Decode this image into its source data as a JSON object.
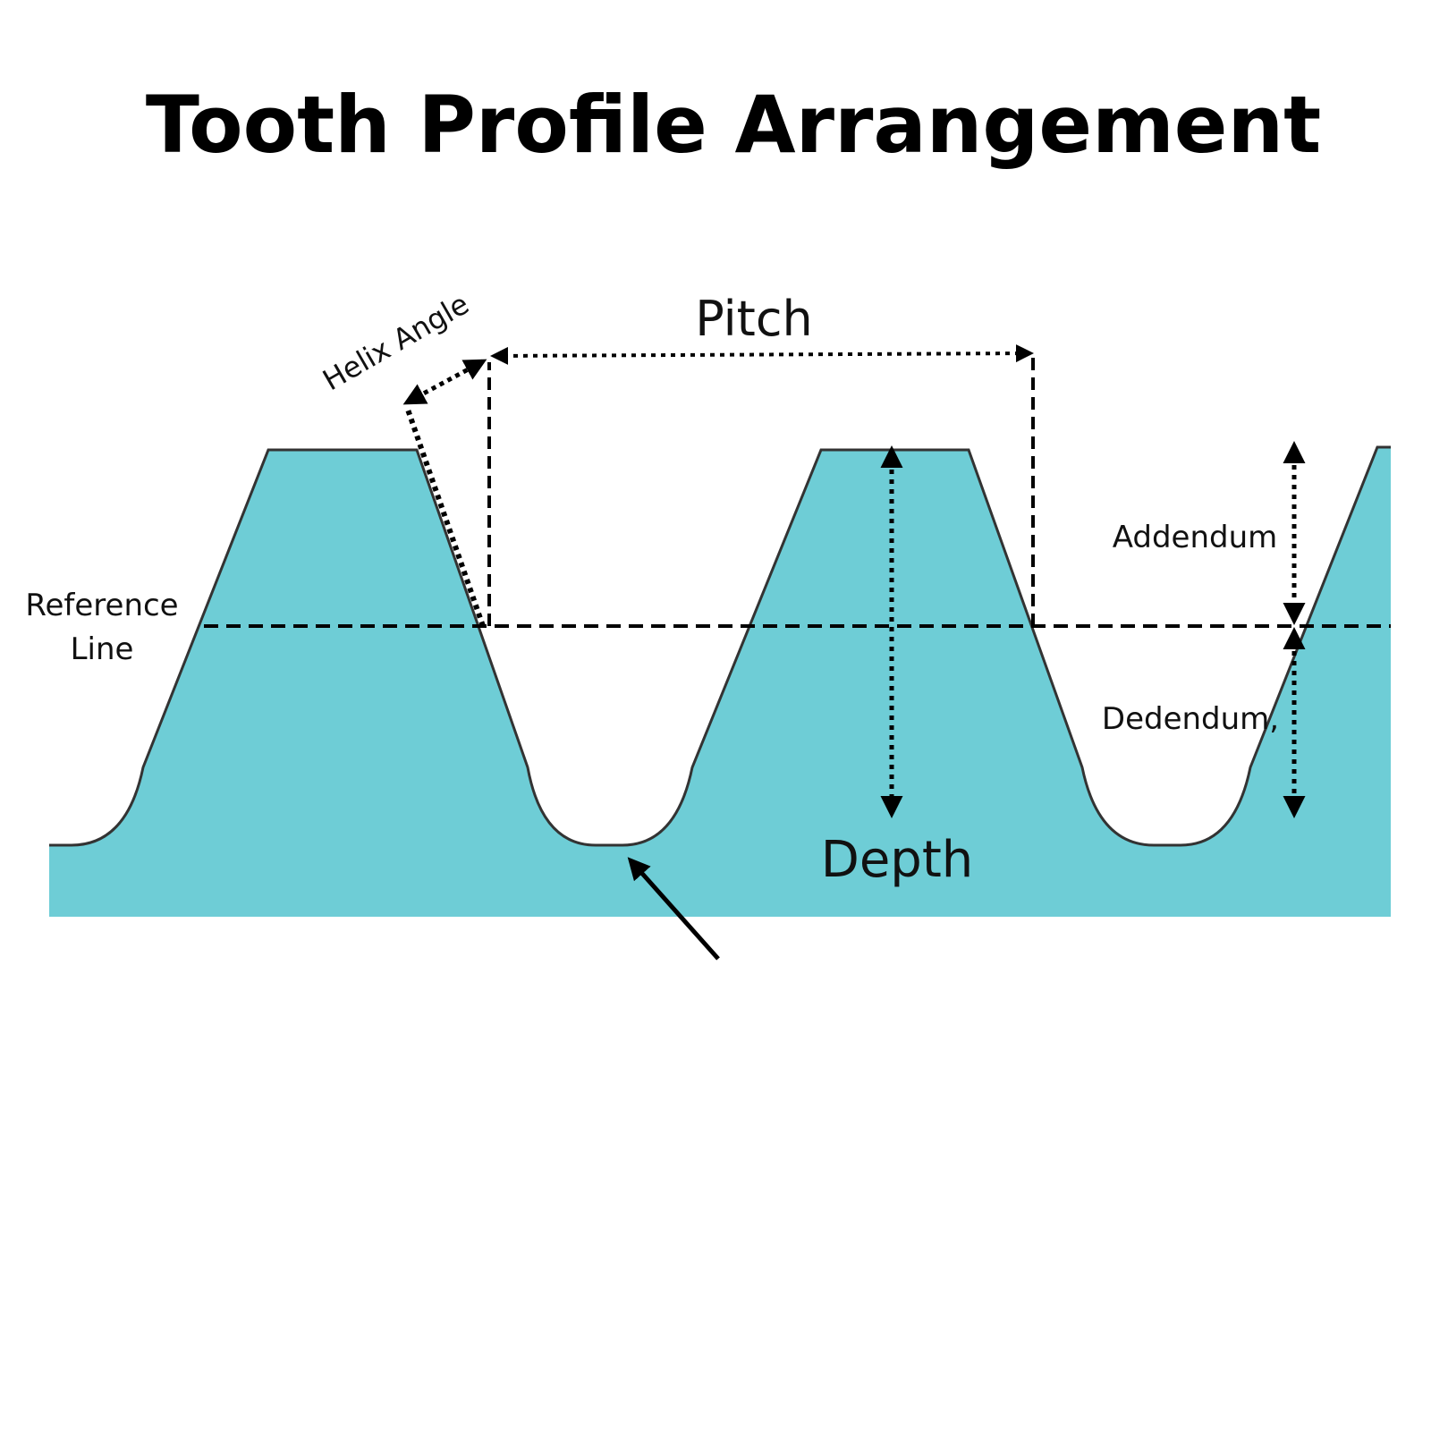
{
  "title": "Tooth Profile Arrangement",
  "labels": {
    "pitch": "Pitch",
    "helix_angle": "Helix Angle",
    "reference_line_1": "Reference",
    "reference_line_2": "Line",
    "addendum": "Addendum",
    "dedendum": "Dedendum,",
    "depth": "Depth"
  },
  "colors": {
    "tooth_fill": "#6ecdd6",
    "outline": "#333333",
    "annotation": "#000000",
    "background": "#ffffff"
  }
}
